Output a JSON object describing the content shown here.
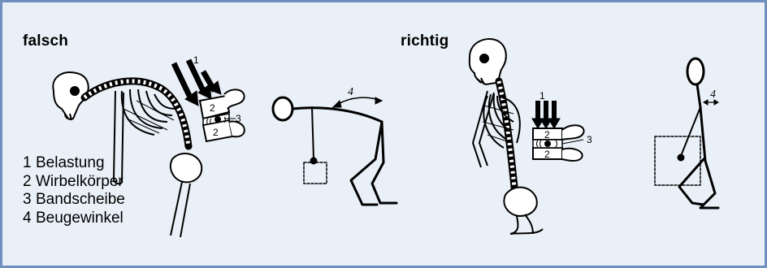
{
  "headings": {
    "wrong": "falsch",
    "right": "richtig"
  },
  "legend": [
    {
      "num": "1",
      "text": "Belastung"
    },
    {
      "num": "2",
      "text": "Wirbelkörper"
    },
    {
      "num": "3",
      "text": "Bandscheibe"
    },
    {
      "num": "4",
      "text": "Beugewinkel"
    }
  ],
  "labels": {
    "load_wrong": "1",
    "vertebra_wrong_top": "2",
    "vertebra_wrong_bottom": "2",
    "disc_wrong": "3",
    "angle_wrong": "4",
    "load_right": "1",
    "vertebra_right_top": "2",
    "vertebra_right_bottom": "2",
    "disc_right": "3",
    "angle_right": "4"
  },
  "colors": {
    "panel_background": "#eaf0f7",
    "panel_border": "#6f8fbf",
    "ink": "#000000"
  }
}
